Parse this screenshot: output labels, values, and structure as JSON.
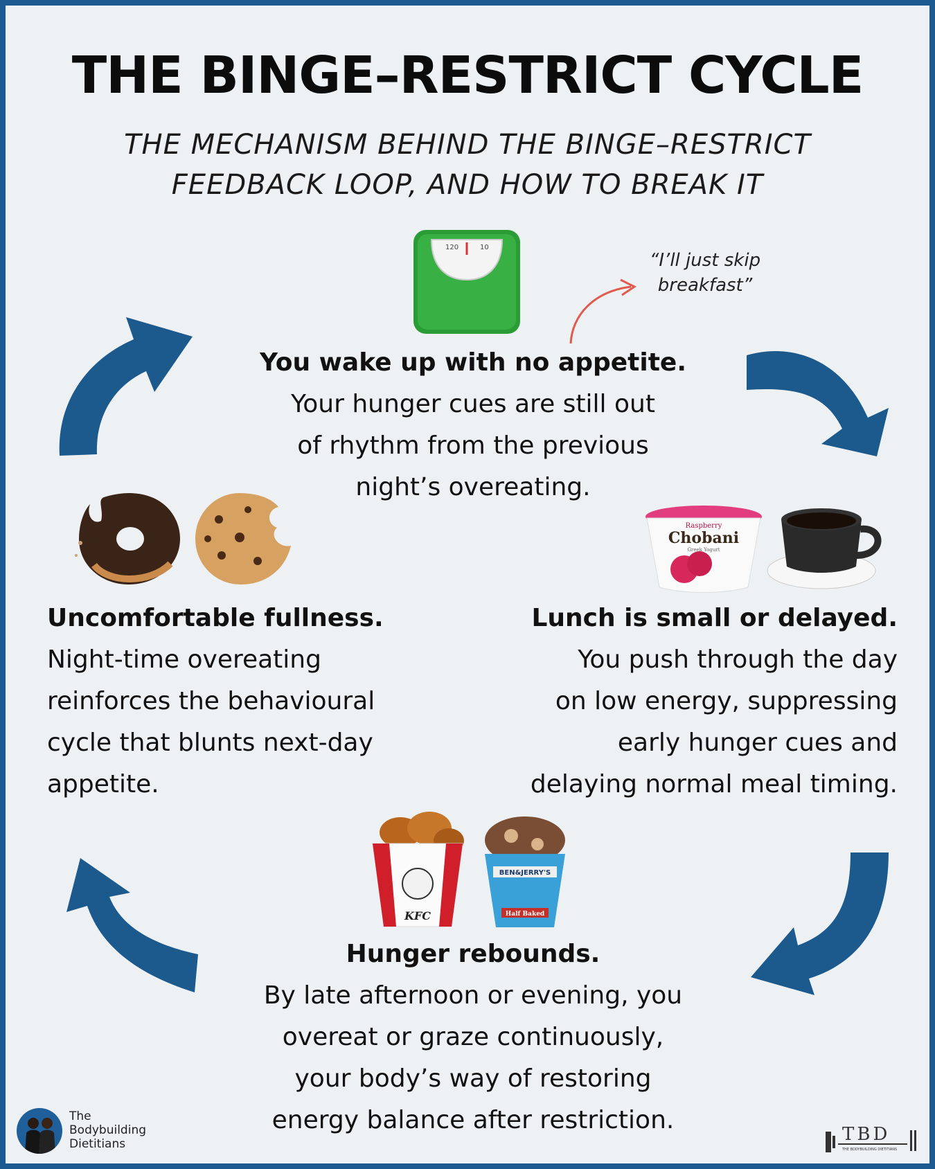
{
  "title": "THE BINGE–RESTRICT CYCLE",
  "subtitle_line1": "THE MECHANISM BEHIND THE BINGE–RESTRICT",
  "subtitle_line2": "FEEDBACK LOOP, AND HOW TO BREAK IT",
  "quote_line1": "“I’ll just skip",
  "quote_line2": "breakfast”",
  "steps": [
    {
      "heading": "You wake up with no appetite.",
      "lines": [
        "Your hunger cues are still out",
        "of rhythm from the previous",
        "night’s overeating."
      ]
    },
    {
      "heading": "Lunch is small or delayed.",
      "lines": [
        "You push through the day",
        "on low energy, suppressing",
        "early hunger cues and",
        "delaying normal meal timing."
      ]
    },
    {
      "heading": "Hunger rebounds.",
      "lines": [
        "By late afternoon or evening, you",
        "overeat or graze continuously,",
        "your body’s way of restoring",
        "energy balance after restriction."
      ]
    },
    {
      "heading": "Uncomfortable fullness.",
      "lines": [
        "Night-time overeating",
        "reinforces the behavioural",
        "cycle that blunts next-day",
        "appetite."
      ]
    }
  ],
  "food_labels": {
    "yogurt_flavor": "Raspberry",
    "yogurt_brand": "Chobani",
    "yogurt_type": "Greek Yogurt",
    "bucket_brand": "KFC",
    "icecream_brand": "BEN&JERRY'S",
    "icecream_flavor": "Half Baked",
    "scale_left": "120",
    "scale_right": "10"
  },
  "brand": {
    "line1": "The",
    "line2": "Bodybuilding",
    "line3": "Dietitians",
    "logo": "TBD",
    "logo_sub": "THE BODYBUILDING DIETITIANS"
  },
  "icons": [
    "arrow-cycle-icon",
    "scale-icon",
    "donut-icon",
    "cookie-icon",
    "yogurt-icon",
    "coffee-icon",
    "chicken-bucket-icon",
    "ice-cream-icon"
  ],
  "colors": {
    "arrow": "#1c5a8e",
    "frame": "#1d5a92",
    "quote_arrow": "#e05a4f",
    "scale": "#2ea83a"
  }
}
